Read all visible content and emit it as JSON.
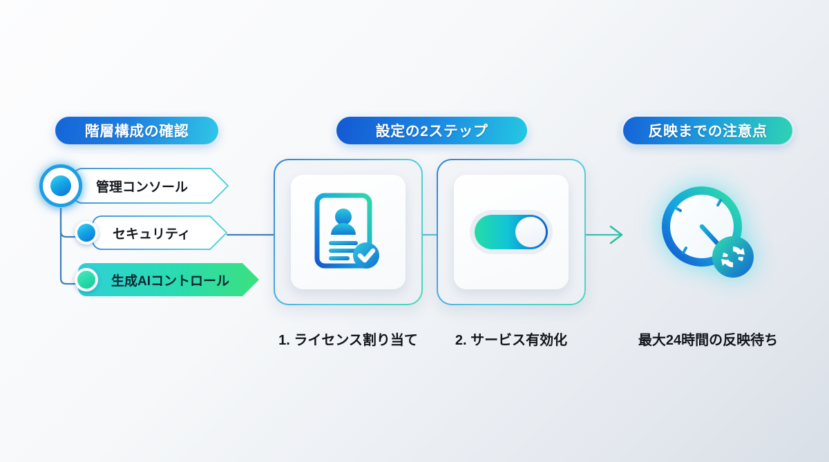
{
  "sections": {
    "left": {
      "badge": "階層構成の確認",
      "nodes": [
        {
          "label": "管理コンソール",
          "state": "root",
          "dot": "node-dot-root"
        },
        {
          "label": "セキュリティ",
          "state": "branch",
          "dot": "node-dot-branch"
        },
        {
          "label": "生成AIコントロール",
          "state": "highlighted",
          "dot": "node-dot-active"
        }
      ]
    },
    "middle": {
      "badge": "設定の2ステップ",
      "steps": [
        {
          "caption": "1. ライセンス割り当て",
          "icon": "id-card-check-icon"
        },
        {
          "caption": "2. サービス有効化",
          "icon": "toggle-on-icon"
        }
      ]
    },
    "right": {
      "badge": "反映までの注意点",
      "caption": "最大24時間の反映待ち",
      "icon": "clock-sync-icon"
    }
  },
  "colors": {
    "brand_blue": "#1565d8",
    "brand_cyan": "#31c6e8",
    "brand_green": "#2fd3b2",
    "accent_highlight": "#24d8a6",
    "text_dark": "#12161b",
    "connector": "#3f7fb8",
    "arrow": "#2fbfa0",
    "background_light": "#fdfdfe",
    "background_dark": "#d9dfe7"
  }
}
